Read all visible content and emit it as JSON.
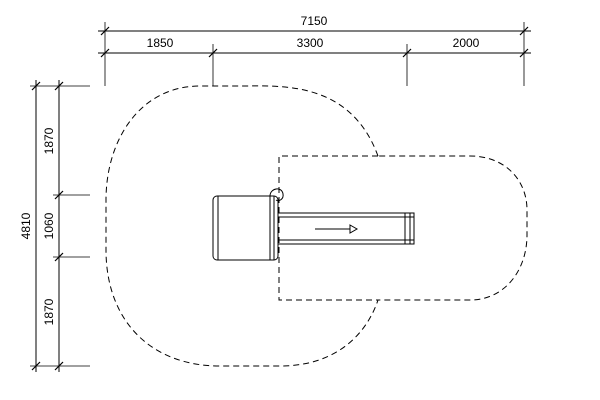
{
  "dimensions": {
    "top_total": "7150",
    "top_segments": [
      "1850",
      "3300",
      "2000"
    ],
    "left_total": "4810",
    "left_segments": [
      "1870",
      "1060",
      "1870"
    ]
  }
}
